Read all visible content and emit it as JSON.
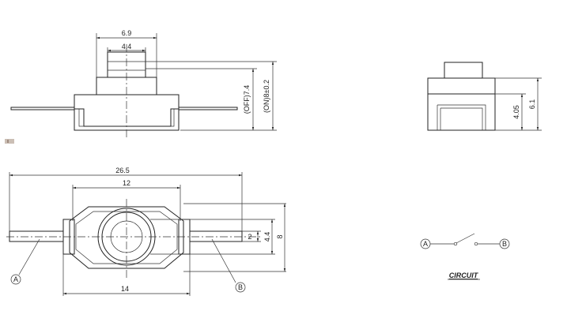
{
  "front_view": {
    "width_dim": "6.9",
    "actuator_dim": "4.4",
    "off_height_dim": "(OFF)7.4",
    "on_height_dim": "(ON)8±0.2"
  },
  "side_view": {
    "body_height_dim": "4.05",
    "total_height_dim": "6.1"
  },
  "top_view": {
    "overall_length_dim": "26.5",
    "body_width_dim": "12",
    "pin_span_dim": "14",
    "pin_width_dim": "2",
    "actuator_dim": "4.4",
    "body_height_dim": "8",
    "terminal_a": "A",
    "terminal_b": "B"
  },
  "circuit": {
    "terminal_a": "A",
    "terminal_b": "B",
    "caption": "CIRCUIT"
  }
}
